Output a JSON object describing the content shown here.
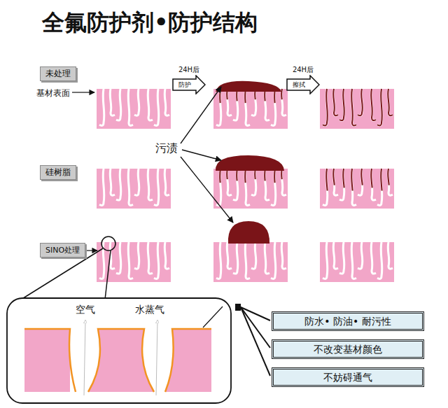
{
  "diagram": {
    "title": "全氟防护剂•防护结构",
    "nodes": [
      {
        "text": [
          "未处理"
        ]
      },
      {
        "text": [
          "24H后",
          "防护"
        ]
      },
      {
        "text": [
          "24H后",
          "擦拭"
        ]
      },
      {
        "text": [
          "硅树脂"
        ]
      },
      {
        "text": [
          "SINO处理"
        ]
      },
      {
        "text": [
          "防水• 防油• 耐污性"
        ]
      },
      {
        "text": [
          "不改变基材颜色"
        ]
      },
      {
        "text": [
          "不妨碍通气"
        ]
      }
    ],
    "labels": [
      "基材表面",
      "污渍",
      "空气",
      "水蒸气"
    ]
  }
}
